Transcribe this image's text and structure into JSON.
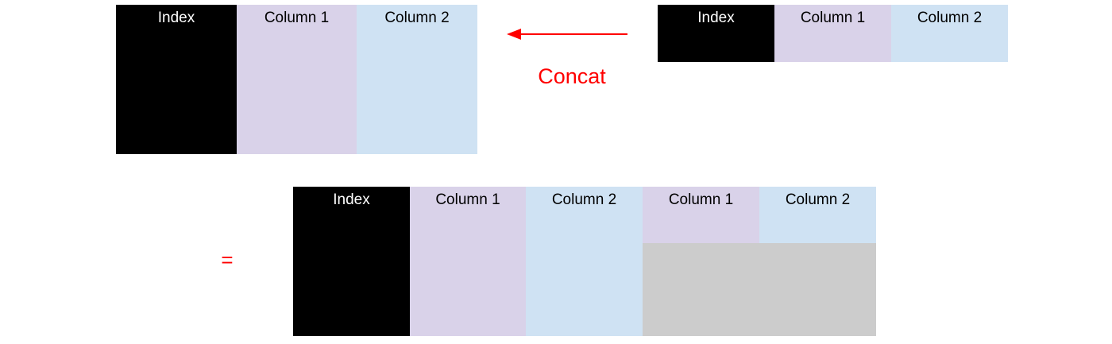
{
  "colors": {
    "index": "#000000",
    "column1": "#d9d2e9",
    "column2": "#cfe2f3",
    "missing": "#cccccc",
    "accent": "#ff0000"
  },
  "table_a": {
    "headers": [
      "Index",
      "Column 1",
      "Column 2"
    ]
  },
  "table_b": {
    "headers": [
      "Index",
      "Column 1",
      "Column 2"
    ]
  },
  "operation": {
    "label": "Concat",
    "icon": "arrow-left-icon"
  },
  "equals": "=",
  "result": {
    "headers": [
      "Index",
      "Column 1",
      "Column 2",
      "Column 1",
      "Column 2"
    ]
  }
}
